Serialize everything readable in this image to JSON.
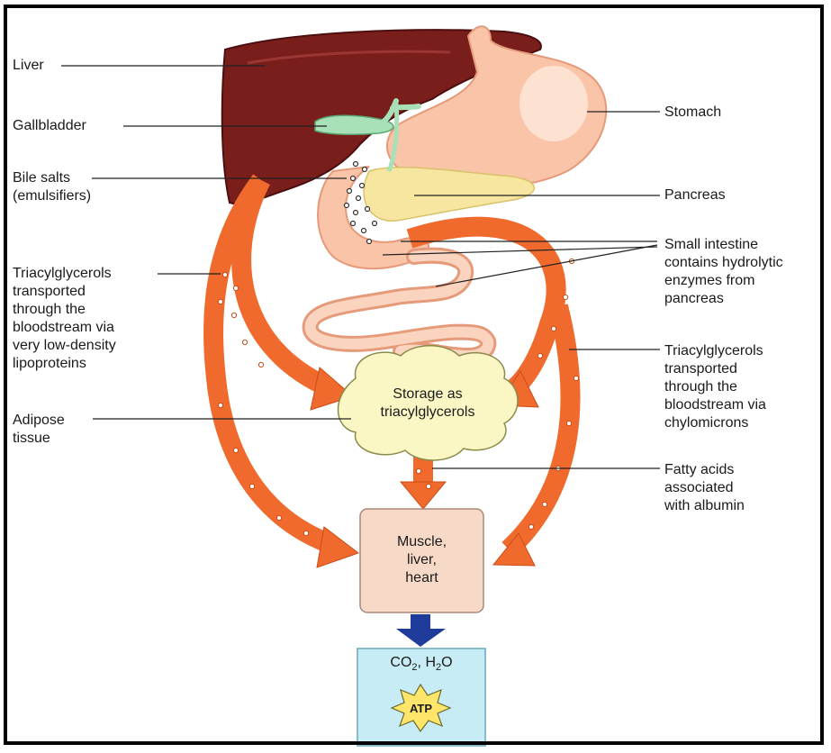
{
  "labels": {
    "liver": "Liver",
    "gallbladder": "Gallbladder",
    "bile_salts": "Bile salts\n(emulsifiers)",
    "tag_vldl": "Triacylglycerols\ntransported\nthrough the\nbloodstream via\nvery low-density\nlipoproteins",
    "adipose": "Adipose\ntissue",
    "stomach": "Stomach",
    "pancreas": "Pancreas",
    "small_intestine": "Small intestine\ncontains hydrolytic\nenzymes from\npancreas",
    "tag_chylo": "Triacylglycerols\ntransported\nthrough the\nbloodstream via\nchylomicrons",
    "fatty_acids": "Fatty acids\nassociated\nwith albumin",
    "storage": "Storage as\ntriacylglycerols",
    "muscle": "Muscle,\nliver,\nheart",
    "products_co2": "CO",
    "products_sub1": "2",
    "products_h2o": ", H",
    "products_sub2": "2",
    "products_o": "O",
    "atp": "ATP"
  },
  "colors": {
    "liver": "#7a1e1c",
    "gallbladder": "#a8e0b8",
    "stomach": "#f9c4a8",
    "pancreas": "#f7e6a0",
    "arrow": "#ef6a2c",
    "cloud": "#fbf7c4",
    "muscle_box": "#f7d9c8",
    "atp_box": "#c7ecf5",
    "atp_star": "#ffe66b",
    "blue_arrow": "#1f3c9a"
  }
}
